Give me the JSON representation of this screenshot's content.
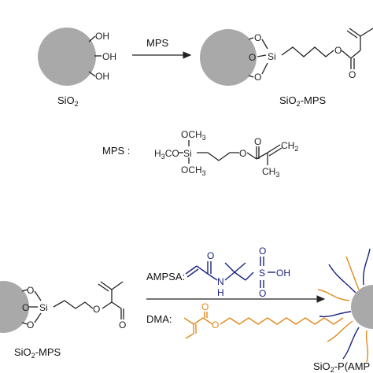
{
  "colors": {
    "particle": "#a9a9a9",
    "bond": "#222222",
    "ampsa": "#1a237e",
    "dma": "#e08a1e"
  },
  "top_scheme": {
    "reactant_label": "SiO",
    "reactant_label_sub": "2",
    "product_label_pre": "SiO",
    "product_label_sub": "2",
    "product_label_post": "-MPS",
    "arrow_label": "MPS",
    "hydroxyl": [
      "OH",
      "OH",
      "OH"
    ],
    "product_atoms": {
      "o": "O",
      "si": "Si"
    }
  },
  "mps_structure": {
    "label": "MPS :",
    "groups": {
      "och3_top": "OCH",
      "och3_top_sub": "3",
      "h3co": "H",
      "h3co_sub": "3",
      "h3co_tail": "CO",
      "si": "Si",
      "och3_bottom": "OCH",
      "och3_bottom_sub": "3",
      "ester_o": "O",
      "carbonyl_o": "O",
      "ch2": "CH",
      "ch2_sub": "2",
      "ch3": "CH",
      "ch3_sub": "3"
    }
  },
  "bottom_scheme": {
    "reactant_label_pre": "SiO",
    "reactant_label_sub": "2",
    "reactant_label_post": "-MPS",
    "product_label_pre": "SiO",
    "product_label_sub": "2",
    "product_label_post": "-P(AMP",
    "ampsa_label": "AMPSA:",
    "dma_label": "DMA:",
    "ampsa_atoms": {
      "o": "O",
      "n": "N",
      "h": "H",
      "s": "S",
      "so_top": "O",
      "so_bottom": "O",
      "oh": "OH"
    },
    "dma_atoms": {
      "carbonyl_o": "O",
      "ester_o": "O"
    }
  }
}
